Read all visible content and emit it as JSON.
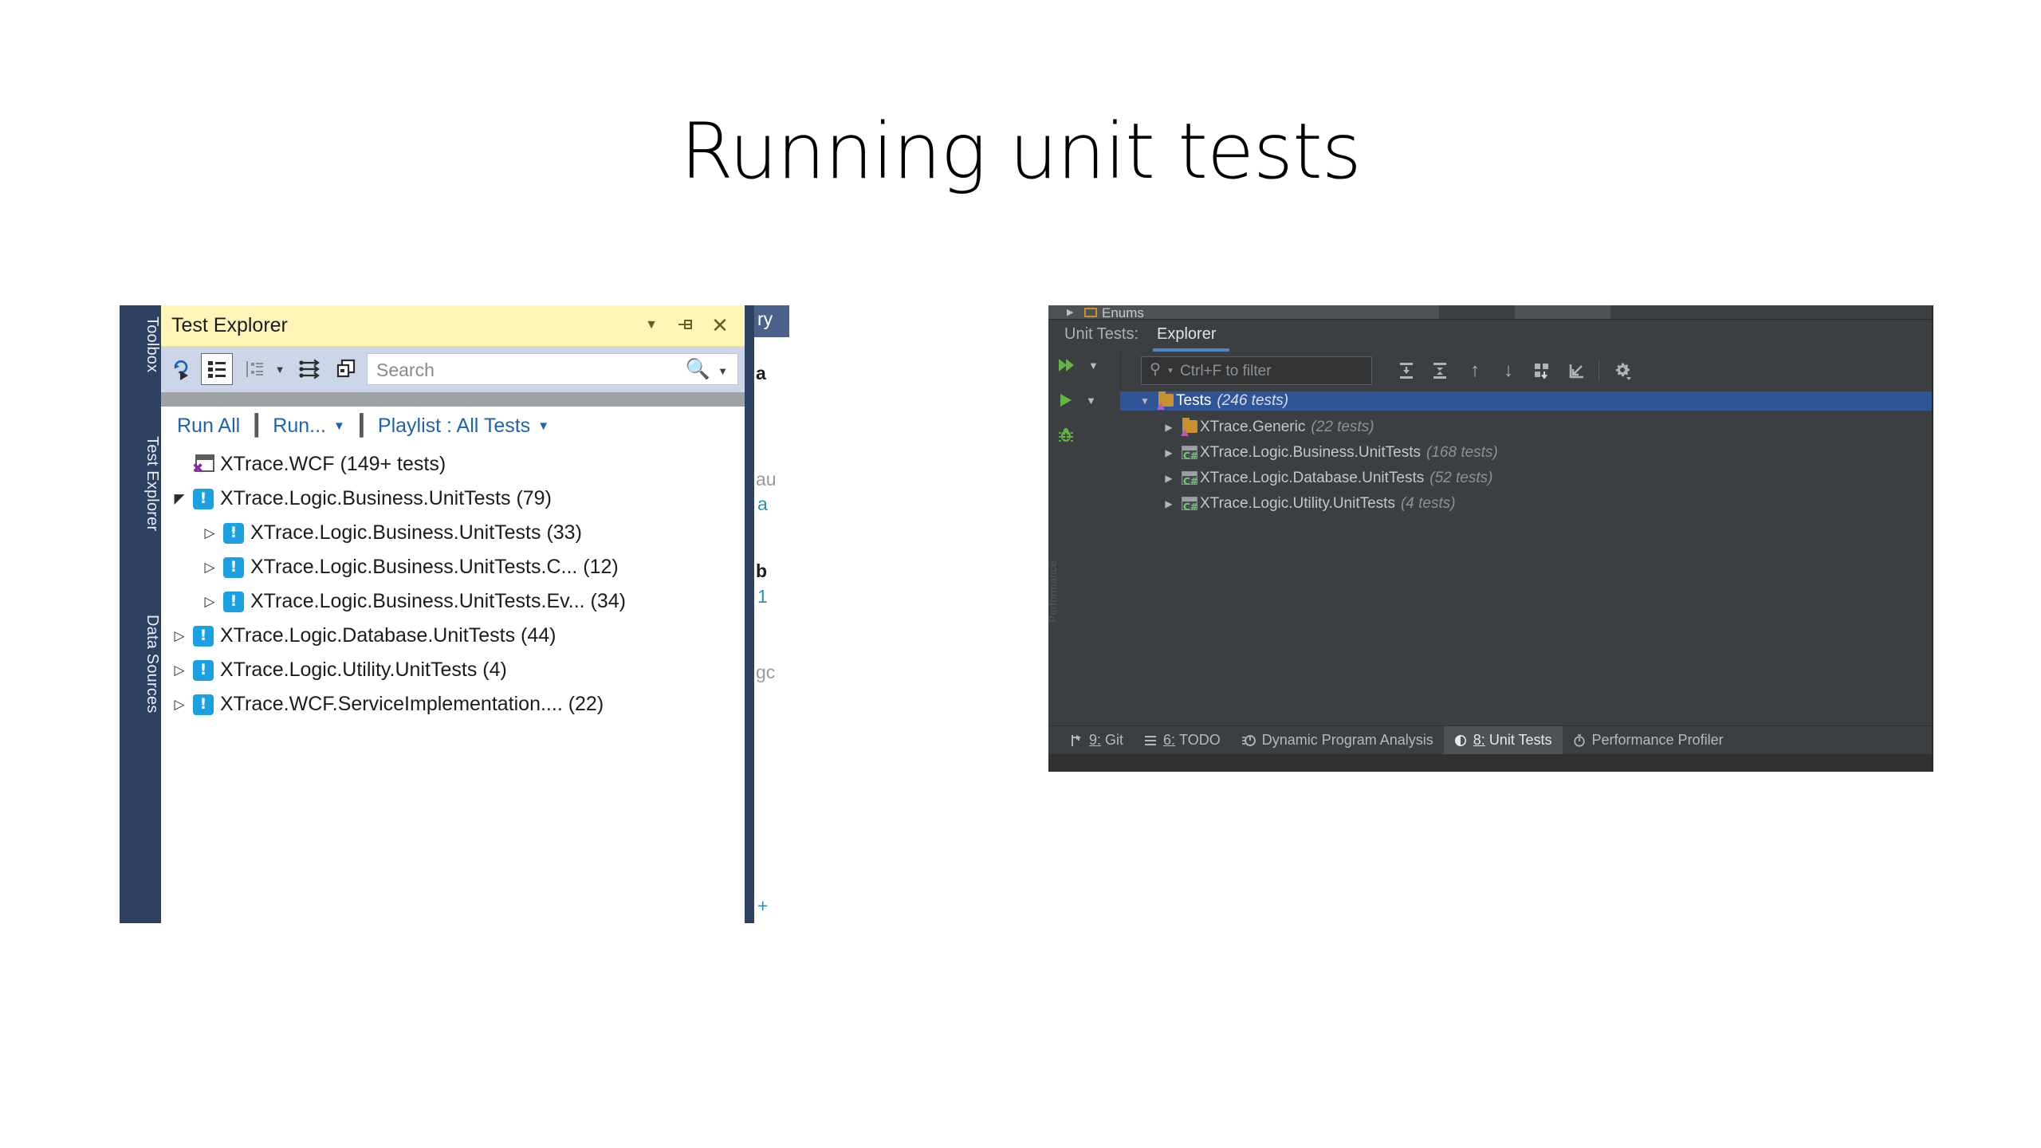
{
  "slide": {
    "title": "Running unit tests"
  },
  "vs": {
    "vertical_tabs": [
      {
        "label": "Toolbox"
      },
      {
        "label": "Test Explorer"
      },
      {
        "label": "Data Sources"
      }
    ],
    "caption": {
      "title": "Test Explorer",
      "menu_icon": "chevron-down-icon",
      "pin_icon": "pin-icon",
      "close_icon": "close-icon"
    },
    "toolbar": {
      "run_icon": "run-tests-icon",
      "group_icon": "show-test-hierarchy-icon",
      "groupby_icon": "group-by-icon",
      "groupby_caret": "chevron-down-icon",
      "expand_icon": "expand-collapse-icon",
      "copy_icon": "copy-icon",
      "search_placeholder": "Search",
      "search_icon": "search-icon",
      "search_caret": "chevron-down-icon"
    },
    "commands": {
      "run_all": "Run All",
      "run": "Run...",
      "playlist": "Playlist : All Tests"
    },
    "tree": [
      {
        "twisty": "none",
        "icon": "visual-studio-project-icon",
        "label": "XTrace.WCF (149+ tests)",
        "indent": 0
      },
      {
        "twisty": "expanded",
        "icon": "warning-test-icon",
        "label": "XTrace.Logic.Business.UnitTests (79)",
        "indent": 0
      },
      {
        "twisty": "collapsed",
        "icon": "warning-test-icon",
        "label": "XTrace.Logic.Business.UnitTests (33)",
        "indent": 1
      },
      {
        "twisty": "collapsed",
        "icon": "warning-test-icon",
        "label": "XTrace.Logic.Business.UnitTests.C... (12)",
        "indent": 1
      },
      {
        "twisty": "collapsed",
        "icon": "warning-test-icon",
        "label": "XTrace.Logic.Business.UnitTests.Ev... (34)",
        "indent": 1
      },
      {
        "twisty": "collapsed",
        "icon": "warning-test-icon",
        "label": "XTrace.Logic.Database.UnitTests (44)",
        "indent": 0
      },
      {
        "twisty": "collapsed",
        "icon": "warning-test-icon",
        "label": "XTrace.Logic.Utility.UnitTests (4)",
        "indent": 0
      },
      {
        "twisty": "collapsed",
        "icon": "warning-test-icon",
        "label": "XTrace.WCF.ServiceImplementation.... (22)",
        "indent": 0
      }
    ],
    "edge_fragments": [
      "ry",
      "a",
      "au",
      "a",
      "b",
      "1",
      "gc",
      "+"
    ],
    "colors": {
      "caption_bg": "#fff5b9",
      "toolbar_bg": "#ccd6e8",
      "tabstrip_bg": "#2d4162",
      "link": "#1f63b0",
      "test_icon": "#1ba1e2"
    }
  },
  "rider": {
    "top_strip": {
      "label": "Enums",
      "twisty": "collapsed-triangle-icon",
      "folder_icon": "folder-icon"
    },
    "header": {
      "tool_label": "Unit Tests:",
      "active_tab": "Explorer"
    },
    "gutter": [
      {
        "name": "run-all-tests",
        "icon": "double-play-icon",
        "caret": true
      },
      {
        "name": "run-selected-tests",
        "icon": "play-icon",
        "caret": true
      },
      {
        "name": "debug-tests",
        "icon": "bug-icon",
        "caret": false
      }
    ],
    "toolbar": {
      "filter_placeholder": "Ctrl+F to filter",
      "filter_icon": "search-icon",
      "icons": [
        "expand-all-icon",
        "collapse-all-icon",
        "previous-failed-test-icon",
        "next-failed-test-icon",
        "group-by-icon",
        "import-tests-icon",
        "settings-gear-icon"
      ]
    },
    "tree": [
      {
        "twisty": "expanded",
        "icon": "test-folder-icon",
        "name": "Tests",
        "count": "(246 tests)",
        "indent": 0,
        "selected": true
      },
      {
        "twisty": "collapsed",
        "icon": "test-folder-icon",
        "name": "XTrace.Generic",
        "count": "(22 tests)",
        "indent": 1,
        "selected": false
      },
      {
        "twisty": "collapsed",
        "icon": "csharp-project-icon",
        "name": "XTrace.Logic.Business.UnitTests",
        "count": "(168 tests)",
        "indent": 1,
        "selected": false
      },
      {
        "twisty": "collapsed",
        "icon": "csharp-project-icon",
        "name": "XTrace.Logic.Database.UnitTests",
        "count": "(52 tests)",
        "indent": 1,
        "selected": false
      },
      {
        "twisty": "collapsed",
        "icon": "csharp-project-icon",
        "name": "XTrace.Logic.Utility.UnitTests",
        "count": "(4 tests)",
        "indent": 1,
        "selected": false
      }
    ],
    "bottom_tabs": [
      {
        "num": "9:",
        "label": "Git",
        "icon": "branch-icon",
        "active": false
      },
      {
        "num": "6:",
        "label": "TODO",
        "icon": "list-icon",
        "active": false
      },
      {
        "num": "",
        "label": "Dynamic Program Analysis",
        "icon": "analysis-icon",
        "active": false
      },
      {
        "num": "8:",
        "label": "Unit Tests",
        "icon": "unit-tests-icon",
        "active": true
      },
      {
        "num": "",
        "label": "Performance Profiler",
        "icon": "profiler-icon",
        "active": false
      }
    ],
    "side_label": "Performance",
    "colors": {
      "panel_bg": "#3c3f41",
      "selection": "#2f5597",
      "accent_tab": "#4a88c7",
      "run_green": "#62b543",
      "folder_orange": "#c8912f",
      "csharp_green": "#6ec86e"
    }
  }
}
